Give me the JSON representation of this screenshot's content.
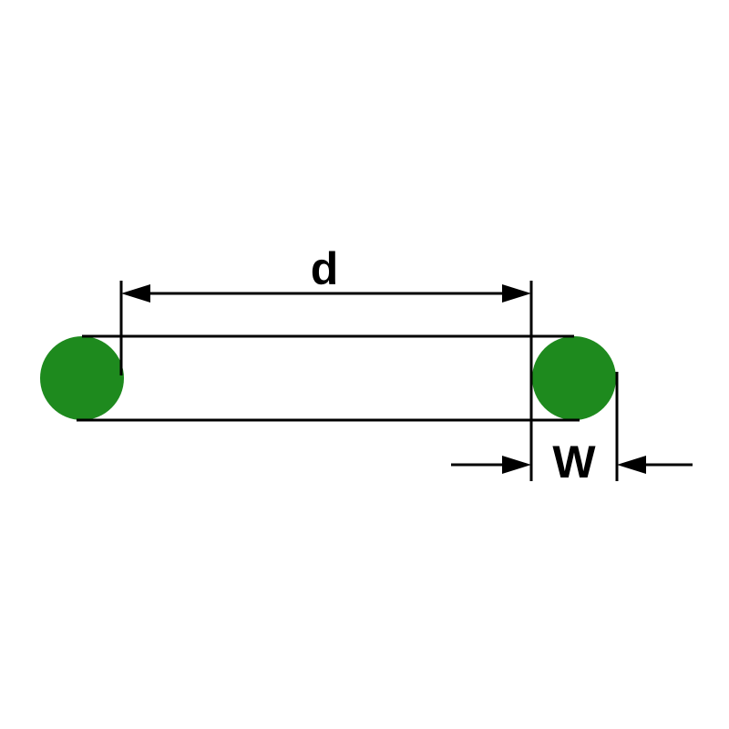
{
  "diagram": {
    "type": "technical-dimension-drawing",
    "subject": "o-ring-cross-section",
    "labels": {
      "inner_diameter": "d",
      "cross_section_width": "W"
    },
    "colors": {
      "ring": "#1e8a1e",
      "line": "#000000",
      "background": "#ffffff"
    }
  }
}
